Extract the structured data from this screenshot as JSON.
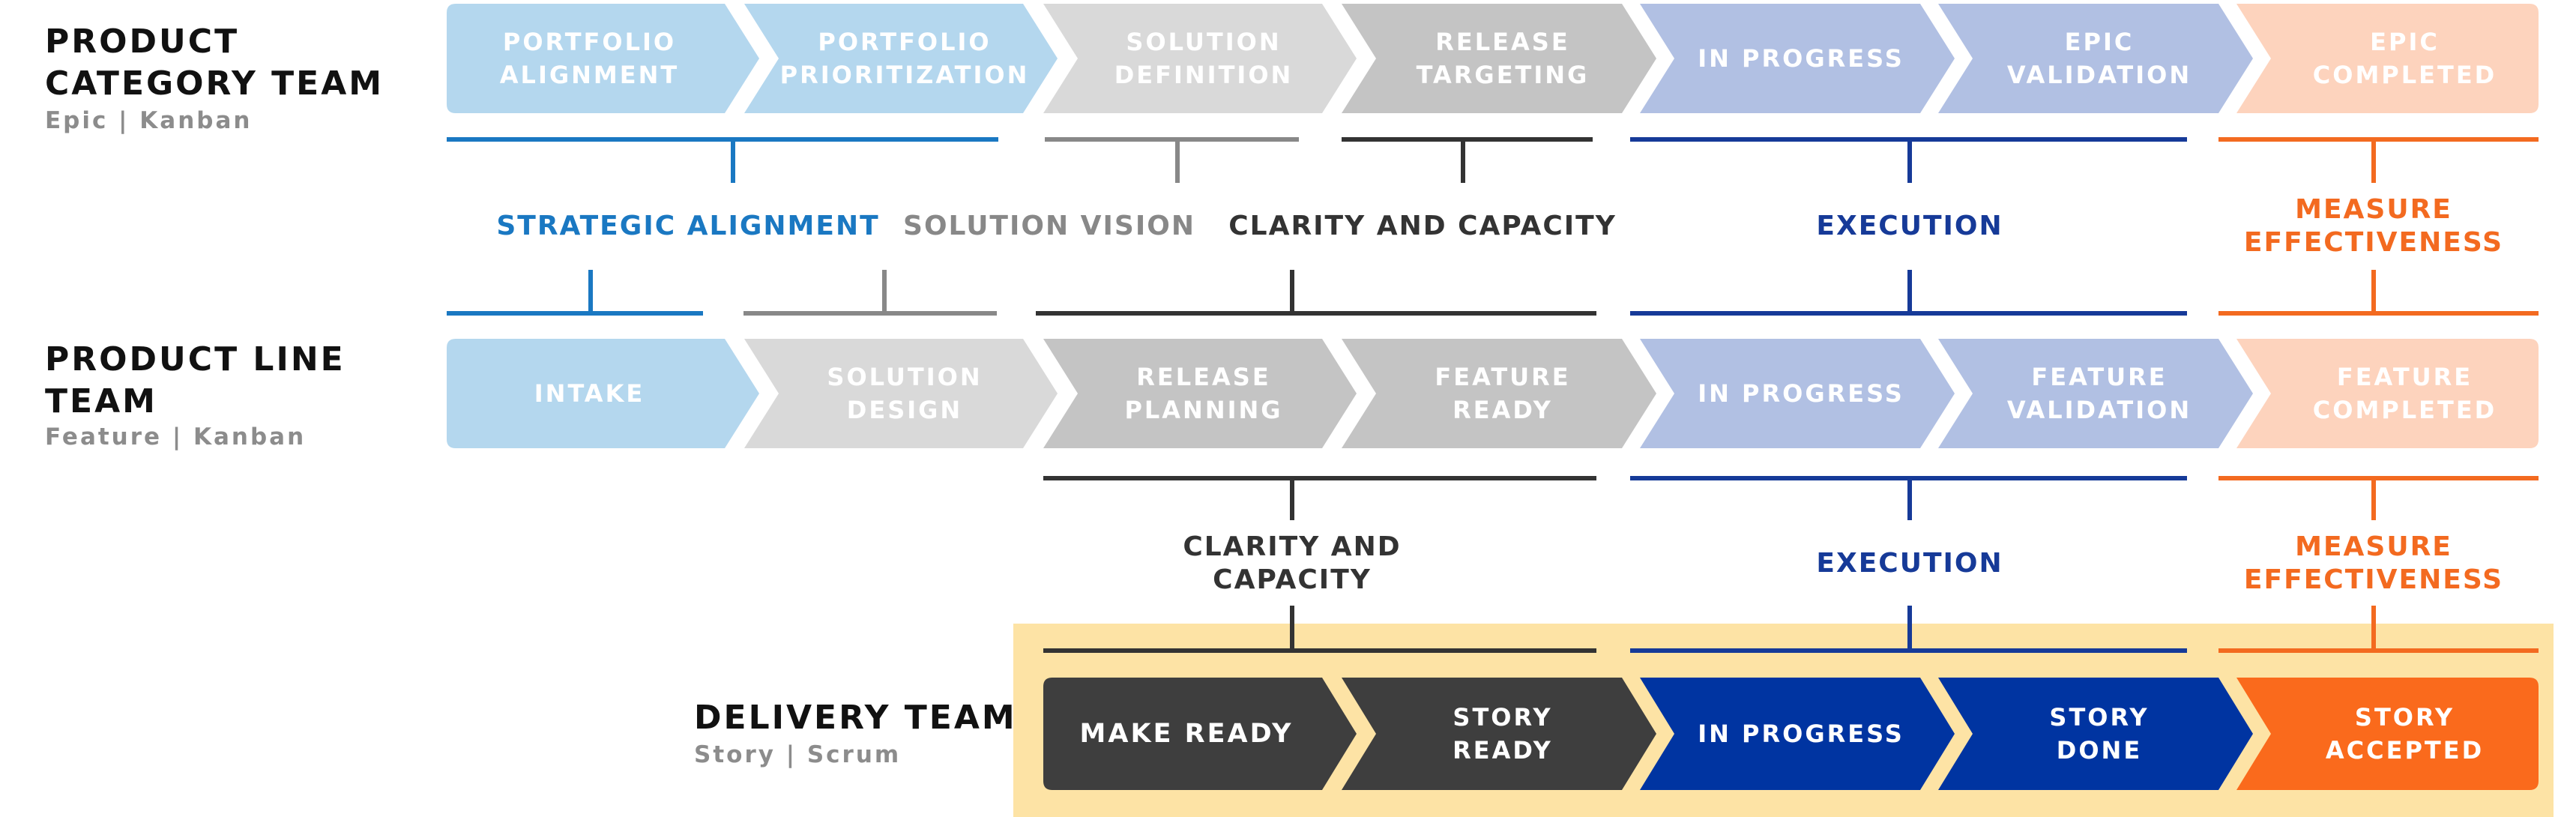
{
  "colors": {
    "light_blue": "#b4d7ee",
    "light_gray": "#d9d9d9",
    "mid_gray": "#c4c4c4",
    "periwinkle": "#b1c0e3",
    "peach": "#fdd3bd",
    "charcoal": "#3e3e3e",
    "royal_blue": "#0034a1",
    "orange": "#fa6a1c",
    "highlight": "#fde3a5",
    "strategic_blue": "#1a78c2",
    "vision_gray": "#888888",
    "clarity_dark": "#333333",
    "execution_blue": "#163a98",
    "measure_orange": "#f36a20"
  },
  "teams": {
    "category": {
      "title": "PRODUCT\nCATEGORY TEAM",
      "subtitle": "Epic | Kanban"
    },
    "line": {
      "title": "PRODUCT LINE\nTEAM",
      "subtitle": "Feature | Kanban"
    },
    "delivery": {
      "title": "DELIVERY TEAM",
      "subtitle": "Story | Scrum"
    }
  },
  "rows": {
    "epic": [
      {
        "label": "PORTFOLIO\nALIGNMENT",
        "color": "light_blue"
      },
      {
        "label": "PORTFOLIO\nPRIORITIZATION",
        "color": "light_blue"
      },
      {
        "label": "SOLUTION\nDEFINITION",
        "color": "light_gray"
      },
      {
        "label": "RELEASE\nTARGETING",
        "color": "mid_gray"
      },
      {
        "label": "IN PROGRESS",
        "color": "periwinkle"
      },
      {
        "label": "EPIC\nVALIDATION",
        "color": "periwinkle"
      },
      {
        "label": "EPIC\nCOMPLETED",
        "color": "peach"
      }
    ],
    "feature": [
      {
        "label": "INTAKE",
        "color": "light_blue"
      },
      {
        "label": "SOLUTION\nDESIGN",
        "color": "light_gray"
      },
      {
        "label": "RELEASE\nPLANNING",
        "color": "mid_gray"
      },
      {
        "label": "FEATURE\nREADY",
        "color": "mid_gray"
      },
      {
        "label": "IN PROGRESS",
        "color": "periwinkle"
      },
      {
        "label": "FEATURE\nVALIDATION",
        "color": "periwinkle"
      },
      {
        "label": "FEATURE\nCOMPLETED",
        "color": "peach"
      }
    ],
    "story": [
      {
        "label": "MAKE READY",
        "color": "charcoal"
      },
      {
        "label": "STORY\nREADY",
        "color": "charcoal"
      },
      {
        "label": "IN PROGRESS",
        "color": "royal_blue"
      },
      {
        "label": "STORY\nDONE",
        "color": "royal_blue"
      },
      {
        "label": "STORY\nACCEPTED",
        "color": "orange"
      }
    ]
  },
  "categories": {
    "upper": [
      {
        "label": "STRATEGIC ALIGNMENT",
        "color": "strategic_blue"
      },
      {
        "label": "SOLUTION VISION",
        "color": "vision_gray"
      },
      {
        "label": "CLARITY AND CAPACITY",
        "color": "clarity_dark"
      },
      {
        "label": "EXECUTION",
        "color": "execution_blue"
      },
      {
        "label": "MEASURE\nEFFECTIVENESS",
        "color": "measure_orange"
      }
    ],
    "lower": [
      {
        "label": "CLARITY AND\nCAPACITY",
        "color": "clarity_dark"
      },
      {
        "label": "EXECUTION",
        "color": "execution_blue"
      },
      {
        "label": "MEASURE\nEFFECTIVENESS",
        "color": "measure_orange"
      }
    ]
  }
}
